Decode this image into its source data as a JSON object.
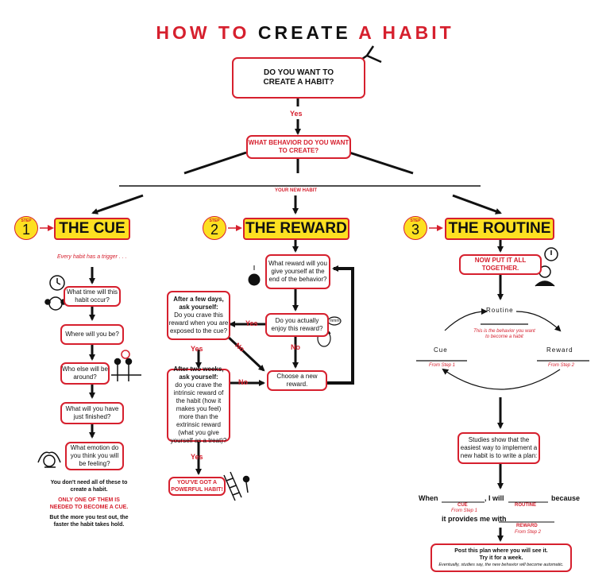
{
  "title": {
    "part1": "HOW TO",
    "part2": "CREATE",
    "part3": "A HABIT"
  },
  "top": {
    "question": "DO YOU WANT TO CREATE A HABIT?",
    "yes": "Yes",
    "behavior": "WHAT BEHAVIOR DO YOU WANT TO CREATE?",
    "your_new_habit": "YOUR NEW HABIT"
  },
  "steps": [
    {
      "step_word": "STEP",
      "number": "1",
      "title": "THE CUE"
    },
    {
      "step_word": "STEP",
      "number": "2",
      "title": "THE REWARD"
    },
    {
      "step_word": "STEP",
      "number": "3",
      "title": "THE ROUTINE"
    }
  ],
  "cue": {
    "trigger_note": "Every habit has a trigger . . .",
    "boxes": [
      "What time will this habit occur?",
      "Where will you be?",
      "Who else will be around?",
      "What will you have just finished?",
      "What emotion do you think you will be feeling?"
    ],
    "footer1": "You don't need all of these to create a habit.",
    "footer2": "ONLY ONE OF THEM IS NEEDED TO BECOME A CUE.",
    "footer3": "But the more you test out, the faster the habit takes hold."
  },
  "reward": {
    "q1": "What reward will you give yourself at the end of the behavior?",
    "q2": "Do you actually enjoy this reward?",
    "choose": "Choose a new reward.",
    "few_days_title": "After a few days, ask yourself:",
    "few_days_body": "Do you crave this reward when you are exposed to the cue?",
    "two_weeks_title": "After two weeks, ask yourself:",
    "two_weeks_body": "do you crave the intrinsic reward of the habit (how it makes you feel) more than the extrinsic reward (what you give yourself as a treat)?",
    "got_habit": "YOU'VE GOT A POWERFUL HABIT!",
    "yes": "Yes",
    "no": "No",
    "speech": "mmm"
  },
  "routine": {
    "put_together": "NOW PUT IT ALL TOGETHER.",
    "loop_routine": "Routine",
    "loop_routine_note": "This is the behavior you want to become a habit",
    "loop_cue": "Cue",
    "loop_cue_note": "From Step 1",
    "loop_reward": "Reward",
    "loop_reward_note": "From Step 2",
    "studies": "Studies show that the easiest way to implement a new habit is to write a plan:",
    "plan_when": "When",
    "plan_i_will": ", I will",
    "plan_because": "because",
    "plan_cue": "CUE",
    "plan_cue_note": "From Step 1",
    "plan_routine": "ROUTINE",
    "plan_provides": "it provides me with",
    "plan_reward": "REWARD",
    "plan_reward_note": "From Step 2",
    "post1": "Post this plan where you will see it.",
    "post2": "Try it for a week.",
    "post3": "Eventually, studies say, the new behavior will become automatic."
  }
}
